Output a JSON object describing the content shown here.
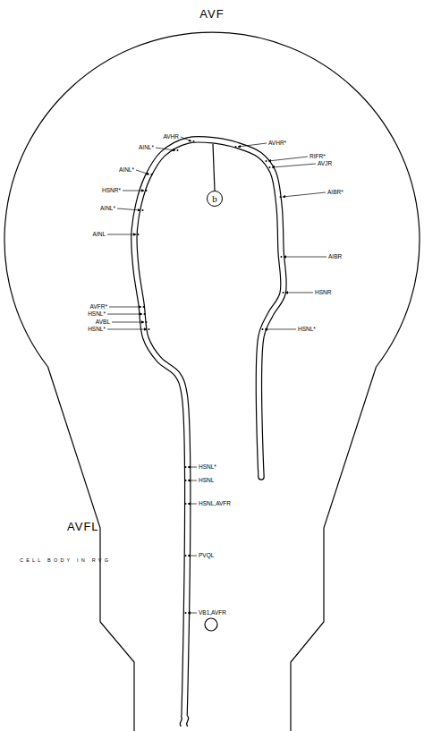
{
  "diagram": {
    "title": "AVF",
    "nodes": [
      {
        "text": [
          "b"
        ]
      }
    ],
    "labels": [
      "AVHR",
      "AINL*",
      "AVHR*",
      "RIFR*",
      "AVJR",
      "AINL*",
      "HSNR*",
      "AIBR*",
      "AINL*",
      "AINL",
      "AIBR",
      "HSNR",
      "AVFR*",
      "HSNL*",
      "AVBL",
      "HSNL*",
      "HSNL*",
      "HSNL*",
      "HSNL",
      "HSNL,AVFR",
      "PVQL",
      "VB1,AVFR",
      "AVFL",
      "CELL BODY IN RVG"
    ]
  }
}
